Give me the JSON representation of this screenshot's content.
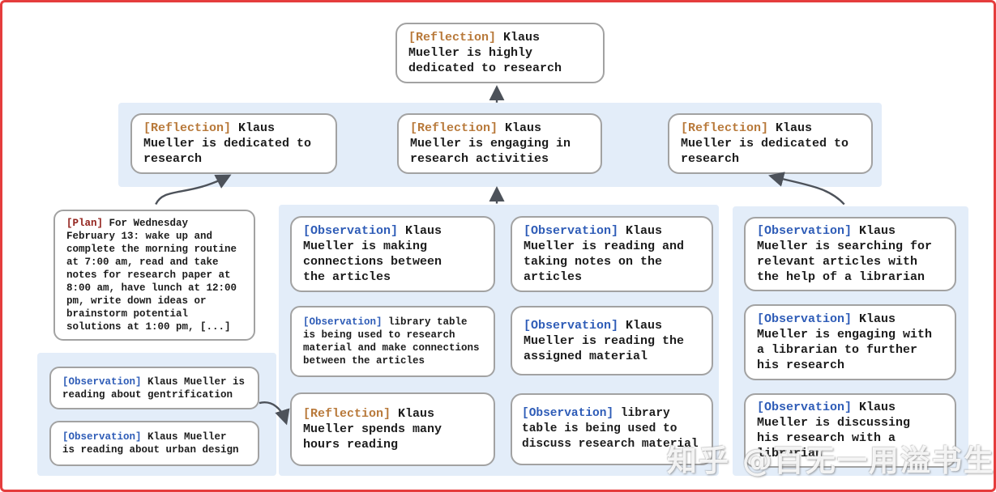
{
  "nodes": {
    "top": {
      "tag": "[Reflection]",
      "text": "Klaus\nMueller is highly\ndedicated to research"
    },
    "refl_left": {
      "tag": "[Reflection]",
      "text": "Klaus\nMueller is dedicated to\nresearch"
    },
    "refl_mid": {
      "tag": "[Reflection]",
      "text": "Klaus\nMueller is engaging in\nresearch activities"
    },
    "refl_right": {
      "tag": "[Reflection]",
      "text": "Klaus\nMueller is dedicated to\nresearch"
    },
    "plan": {
      "tag": "[Plan]",
      "text": "For Wednesday\nFebruary 13: wake up and\ncomplete the morning routine\nat 7:00 am, read and take\nnotes for research paper at\n8:00 am, have lunch at 12:00\npm, write down ideas or\nbrainstorm potential\nsolutions at 1:00 pm, [...]"
    },
    "obs_gentrification": {
      "tag": "[Observation]",
      "text": "Klaus Mueller is\nreading about gentrification"
    },
    "obs_urban_design": {
      "tag": "[Observation]",
      "text": "Klaus Mueller\nis reading about urban design"
    },
    "obs_connections": {
      "tag": "[Observation]",
      "text": "Klaus\nMueller is making\nconnections between\nthe articles"
    },
    "obs_library_research": {
      "tag": "[Observation]",
      "text": "library table\nis being used to research\nmaterial and make connections\nbetween the articles"
    },
    "refl_hours": {
      "tag": "[Reflection]",
      "text": "Klaus\nMueller spends many\nhours reading"
    },
    "obs_reading_notes": {
      "tag": "[Observation]",
      "text": "Klaus\nMueller is reading and\ntaking notes on the\narticles"
    },
    "obs_assigned": {
      "tag": "[Observation]",
      "text": "Klaus\nMueller is reading the\nassigned material"
    },
    "obs_library_discuss": {
      "tag": "[Observation]",
      "text": "library\ntable is being used to\ndiscuss research material"
    },
    "obs_searching": {
      "tag": "[Observation]",
      "text": "Klaus\nMueller is searching for\nrelevant articles with\nthe help of a librarian"
    },
    "obs_engaging": {
      "tag": "[Observation]",
      "text": "Klaus\nMueller is engaging with\na librarian to further\nhis research"
    },
    "obs_discussing": {
      "tag": "[Observation]",
      "text": "Klaus\nMueller is discussing\nhis research with a\nlibrarian"
    }
  },
  "edges": [
    {
      "from": "refl_mid",
      "to": "top"
    },
    {
      "from": "plan",
      "to": "refl_left"
    },
    {
      "from": "reading_cluster",
      "to": "refl_mid"
    },
    {
      "from": "librarian_cluster",
      "to": "refl_right"
    },
    {
      "from": "bottom_left_cluster",
      "to": "refl_hours"
    }
  ],
  "watermark": {
    "text": "知乎 @百无一用溢书生"
  },
  "colors": {
    "frame": "#e53d3d",
    "band": "#e3edf9",
    "box_border": "#a2a2a2",
    "text": "#1c1c1c",
    "arrow": "#4d525a",
    "reflection_tag": "#b8793a",
    "plan_tag": "#93231d",
    "observation_tag": "#2e5cb7"
  }
}
